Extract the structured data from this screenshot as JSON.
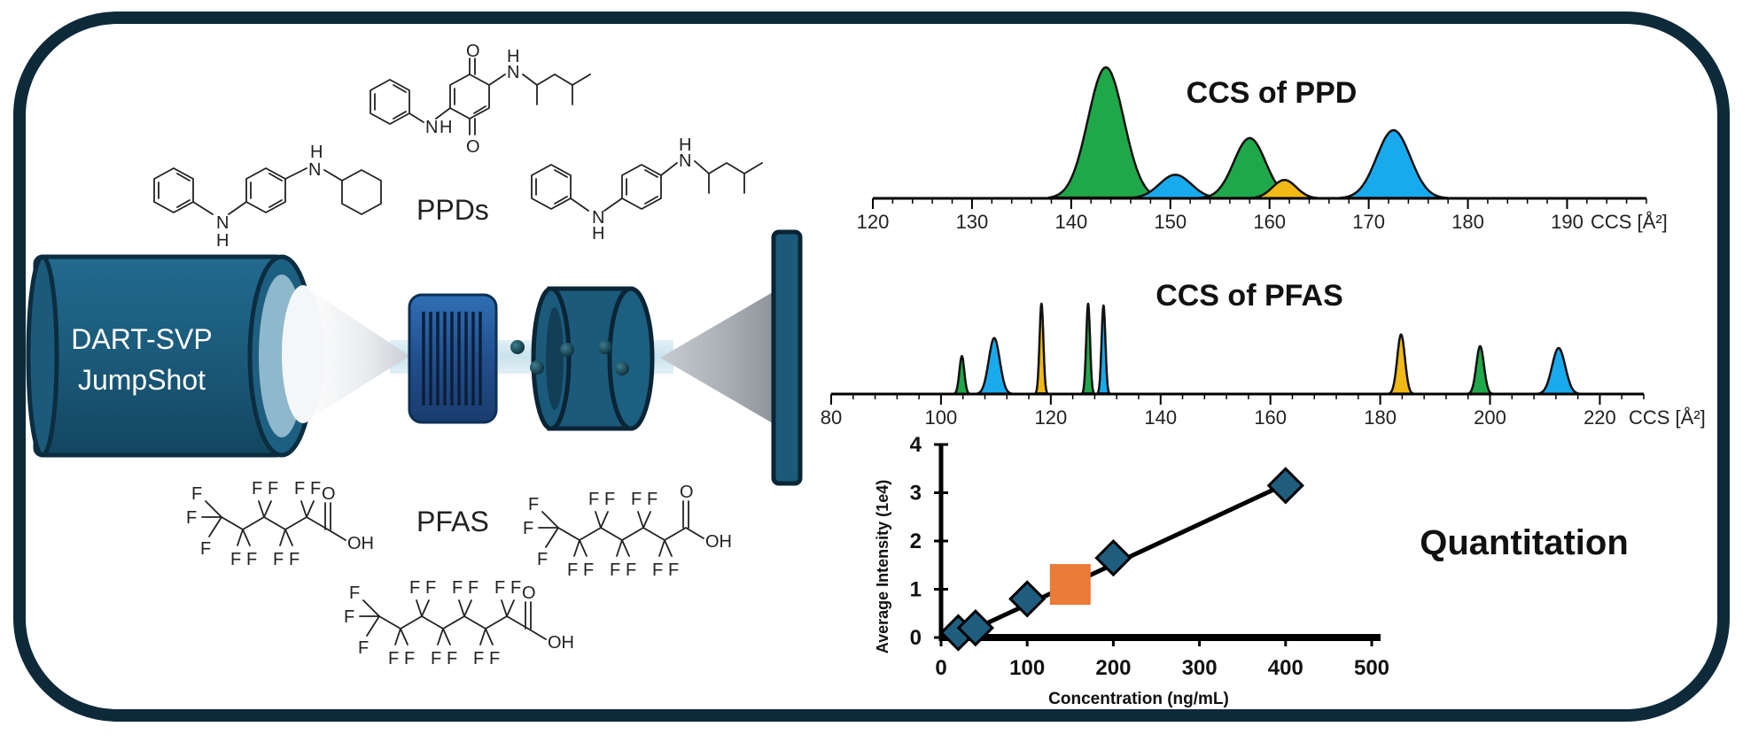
{
  "labels": {
    "source": [
      "DART-SVP",
      "JumpShot"
    ],
    "ppds": "PPDs",
    "pfas": "PFAS"
  },
  "atoms": {
    "N": "N",
    "H": "H",
    "O": "O",
    "F": "F",
    "OH": "OH"
  },
  "colors": {
    "frame": "#0e2a3a",
    "instrument": "#1b5a7a",
    "green": "#1fa84a",
    "blue": "#19aaee",
    "yellow": "#f0b915",
    "orange": "#ec7a38",
    "marker": "#1f5d7f"
  },
  "chart_data": [
    {
      "type": "area",
      "title": "CCS of PPD",
      "xlabel": "CCS [Å²]",
      "xlim": [
        120,
        198
      ],
      "x_ticks": [
        120,
        130,
        140,
        150,
        160,
        170,
        180,
        190
      ],
      "series": [
        {
          "color": "green",
          "peaks": [
            {
              "center": 143.5,
              "height": 1.0,
              "width": 1.8
            }
          ]
        },
        {
          "color": "blue",
          "peaks": [
            {
              "center": 150.5,
              "height": 0.18,
              "width": 1.6
            }
          ]
        },
        {
          "color": "green",
          "peaks": [
            {
              "center": 158.0,
              "height": 0.46,
              "width": 1.6
            }
          ]
        },
        {
          "color": "yellow",
          "peaks": [
            {
              "center": 161.5,
              "height": 0.14,
              "width": 1.2
            }
          ]
        },
        {
          "color": "blue",
          "peaks": [
            {
              "center": 172.5,
              "height": 0.52,
              "width": 1.7
            }
          ]
        }
      ]
    },
    {
      "type": "area",
      "title": "CCS of PFAS",
      "xlabel": "CCS [Å²]",
      "xlim": [
        80,
        228
      ],
      "x_ticks": [
        80,
        100,
        120,
        140,
        160,
        180,
        200,
        220
      ],
      "series": [
        {
          "color": "green",
          "peaks": [
            {
              "center": 103.8,
              "height": 0.42,
              "width": 0.45
            }
          ]
        },
        {
          "color": "blue",
          "peaks": [
            {
              "center": 109.7,
              "height": 0.62,
              "width": 1.0
            }
          ]
        },
        {
          "color": "yellow",
          "peaks": [
            {
              "center": 118.3,
              "height": 1.0,
              "width": 0.35
            }
          ]
        },
        {
          "color": "green",
          "peaks": [
            {
              "center": 126.8,
              "height": 1.0,
              "width": 0.35
            }
          ]
        },
        {
          "color": "blue",
          "peaks": [
            {
              "center": 129.6,
              "height": 0.98,
              "width": 0.35
            }
          ]
        },
        {
          "color": "yellow",
          "peaks": [
            {
              "center": 183.8,
              "height": 0.66,
              "width": 0.7
            }
          ]
        },
        {
          "color": "green",
          "peaks": [
            {
              "center": 198.2,
              "height": 0.53,
              "width": 0.7
            }
          ]
        },
        {
          "color": "blue",
          "peaks": [
            {
              "center": 212.5,
              "height": 0.51,
              "width": 1.2
            }
          ]
        }
      ]
    },
    {
      "type": "scatter",
      "title": "Quantitation",
      "xlabel": "Concentration (ng/mL)",
      "ylabel": "Average Intensity (1e4)",
      "xlim": [
        0,
        500
      ],
      "ylim": [
        0,
        4
      ],
      "x_ticks": [
        0,
        100,
        200,
        300,
        400,
        500
      ],
      "y_ticks": [
        0,
        1,
        2,
        3,
        4
      ],
      "points": [
        {
          "x": 20,
          "y": 0.1
        },
        {
          "x": 40,
          "y": 0.2
        },
        {
          "x": 100,
          "y": 0.8
        },
        {
          "x": 200,
          "y": 1.65
        },
        {
          "x": 400,
          "y": 3.15
        }
      ],
      "fit_line": {
        "x": [
          20,
          400
        ],
        "y": [
          0.02,
          3.18
        ]
      },
      "unknown": {
        "x": 150,
        "y": 1.1
      }
    }
  ]
}
